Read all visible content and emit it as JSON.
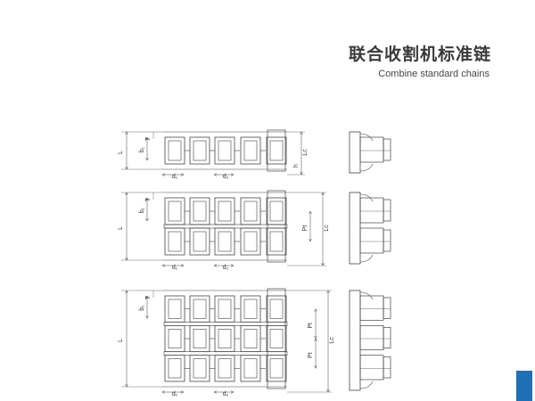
{
  "header": {
    "title_cn": "联合收割机标准链",
    "title_en": "Combine standard chains"
  },
  "diagrams": [
    {
      "rows": 1,
      "labels": {
        "L": "L",
        "b1": "b₁",
        "T": "T",
        "d1": "d₁",
        "d2": "d₂",
        "h": "h",
        "Lc": "Lc",
        "Pt": ""
      }
    },
    {
      "rows": 2,
      "labels": {
        "L": "L",
        "b1": "b₁",
        "T": "T",
        "d1": "d₁",
        "d2": "d₂",
        "h": "",
        "Lc": "Lc",
        "Pt": "Pt"
      }
    },
    {
      "rows": 3,
      "labels": {
        "L": "L",
        "b1": "b₁",
        "T": "T",
        "d1": "d₁",
        "d2": "d₂",
        "h": "",
        "Lc": "Lc",
        "Pt": "Pt"
      }
    }
  ],
  "colors": {
    "line": "#444444",
    "accent": "#1f6fb5"
  }
}
